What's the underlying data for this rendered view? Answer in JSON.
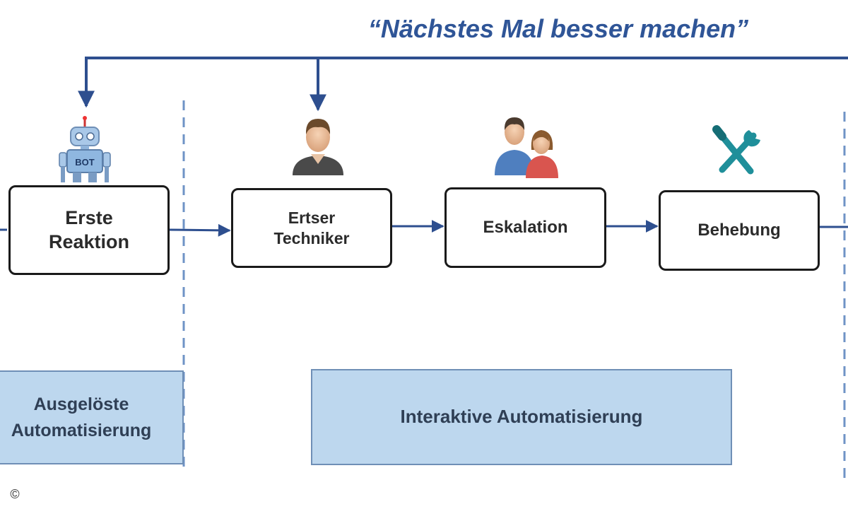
{
  "title": "“Nächstes Mal besser machen”",
  "boxes": [
    {
      "label": "Erste\nReaktion",
      "icon": "robot-bot-icon",
      "icon_text": "BOT"
    },
    {
      "label": "Ertser\nTechniker",
      "icon": "person-icon"
    },
    {
      "label": "Eskalation",
      "icon": "people-icon"
    },
    {
      "label": "Behebung",
      "icon": "wrench-screwdriver-icon"
    }
  ],
  "bands": {
    "triggered": "Ausgelöste\nAutomatisierung",
    "interactive": "Interaktive Automatisierung"
  },
  "copyright": "©",
  "colors": {
    "accent": "#2f5597",
    "arrow": "#2e4f8f",
    "dashed": "#6f93c6",
    "band_fill": "#bdd7ee",
    "tool": "#1f8f9a"
  }
}
